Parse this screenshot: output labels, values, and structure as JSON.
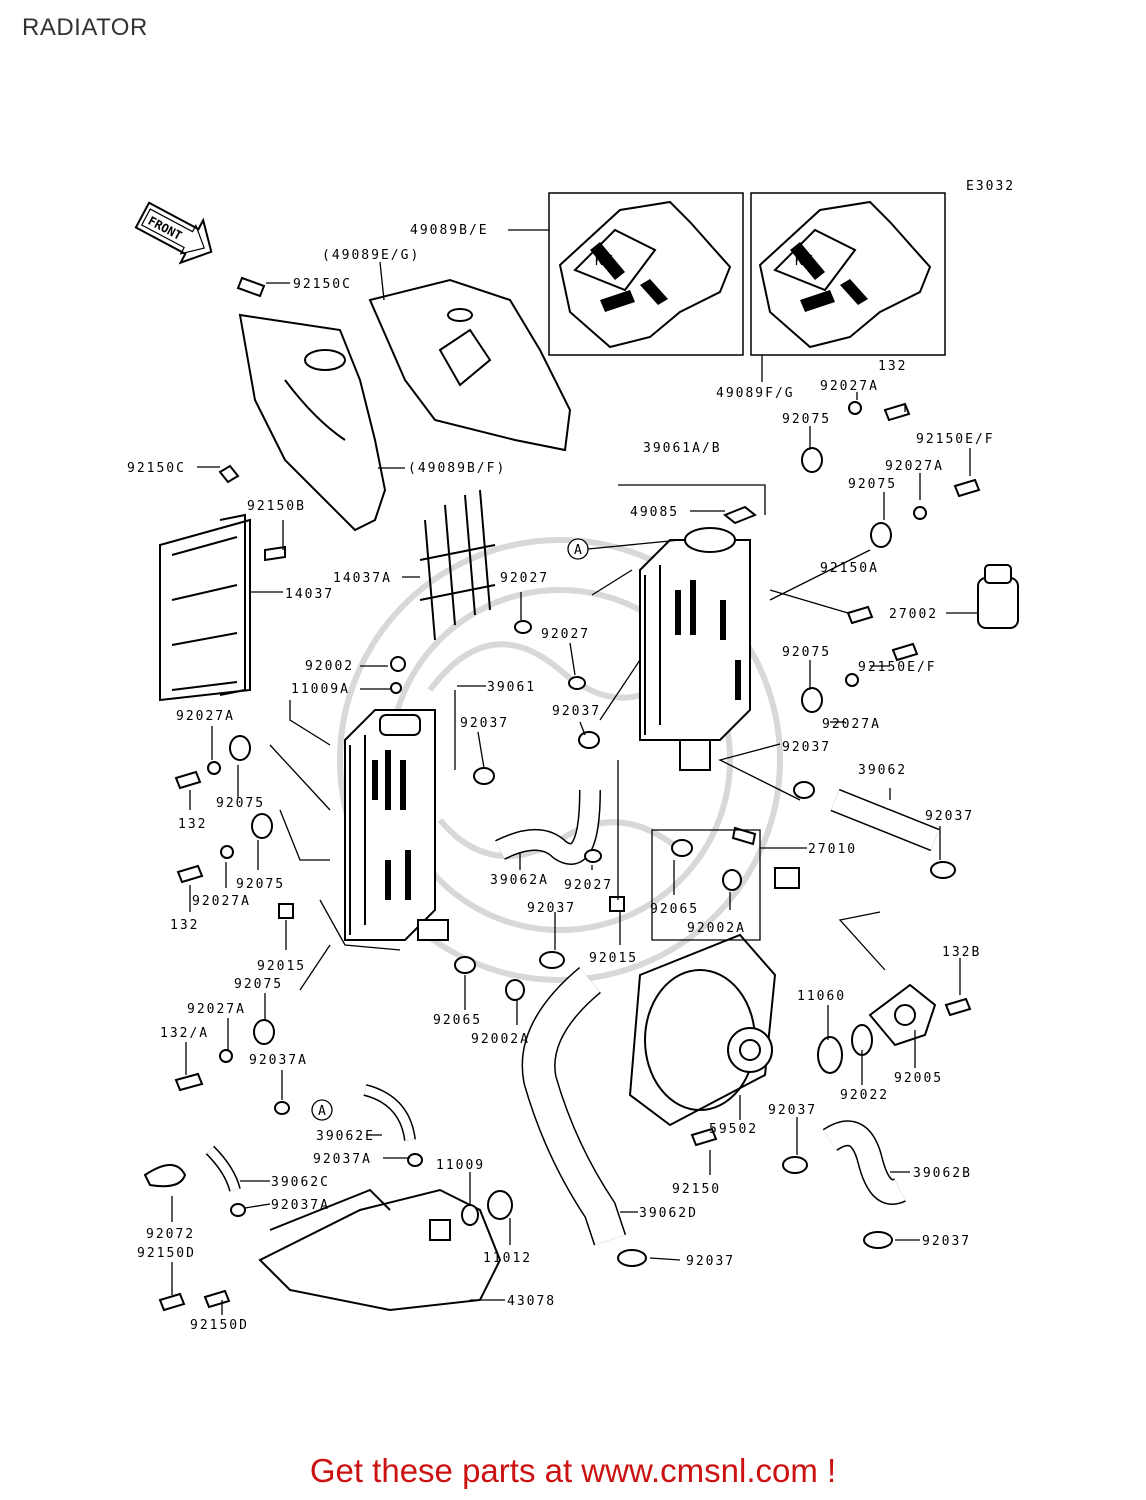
{
  "page": {
    "title": "RADIATOR",
    "diagram_code": "E3032",
    "footer": "Get these parts at www.cmsnl.com !"
  },
  "front_marker": "FRONT",
  "callouts": {
    "a1": "A",
    "a2": "A"
  },
  "labels": [
    {
      "key": "p49089be",
      "text": "49089B/E"
    },
    {
      "key": "p49089eg",
      "text": "(49089E/G)"
    },
    {
      "key": "p92150c_top",
      "text": "92150C"
    },
    {
      "key": "p92150c_mid",
      "text": "92150C"
    },
    {
      "key": "p49089bf",
      "text": "(49089B/F)"
    },
    {
      "key": "p92150b",
      "text": "92150B"
    },
    {
      "key": "p14037",
      "text": "14037"
    },
    {
      "key": "p14037a",
      "text": "14037A"
    },
    {
      "key": "p49089fg",
      "text": "49089F/G"
    },
    {
      "key": "p132_tr",
      "text": "132"
    },
    {
      "key": "p92027a_tr",
      "text": "92027A"
    },
    {
      "key": "p92075_tr",
      "text": "92075"
    },
    {
      "key": "p92150ef_tr",
      "text": "92150E/F"
    },
    {
      "key": "p39061ab",
      "text": "39061A/B"
    },
    {
      "key": "p92027a_tr2",
      "text": "92027A"
    },
    {
      "key": "p92075_tr2",
      "text": "92075"
    },
    {
      "key": "p49085",
      "text": "49085"
    },
    {
      "key": "p92150a",
      "text": "92150A"
    },
    {
      "key": "p27002",
      "text": "27002"
    },
    {
      "key": "p92027_a",
      "text": "92027"
    },
    {
      "key": "p92027_b",
      "text": "92027"
    },
    {
      "key": "p92002",
      "text": "92002"
    },
    {
      "key": "p11009a",
      "text": "11009A"
    },
    {
      "key": "p39061",
      "text": "39061"
    },
    {
      "key": "p92075_r",
      "text": "92075"
    },
    {
      "key": "p92150ef_r",
      "text": "92150E/F"
    },
    {
      "key": "p92027a_r",
      "text": "92027A"
    },
    {
      "key": "p92027a_l",
      "text": "92027A"
    },
    {
      "key": "p92037_a",
      "text": "92037"
    },
    {
      "key": "p92037_b",
      "text": "92037"
    },
    {
      "key": "p92037_c",
      "text": "92037"
    },
    {
      "key": "p39062",
      "text": "39062"
    },
    {
      "key": "p92075_l",
      "text": "92075"
    },
    {
      "key": "p132_l",
      "text": "132"
    },
    {
      "key": "p92037_d",
      "text": "92037"
    },
    {
      "key": "p27010",
      "text": "27010"
    },
    {
      "key": "p92075_l2",
      "text": "92075"
    },
    {
      "key": "p132_l2",
      "text": "132"
    },
    {
      "key": "p92027a_l2",
      "text": "92027A"
    },
    {
      "key": "p39062a",
      "text": "39062A"
    },
    {
      "key": "p92027_c",
      "text": "92027"
    },
    {
      "key": "p92065_a",
      "text": "92065"
    },
    {
      "key": "p92002a_a",
      "text": "92002A"
    },
    {
      "key": "p92037_e",
      "text": "92037"
    },
    {
      "key": "p92015_a",
      "text": "92015"
    },
    {
      "key": "p92015_b",
      "text": "92015"
    },
    {
      "key": "p92075_l3",
      "text": "92075"
    },
    {
      "key": "p92027a_l3",
      "text": "92027A"
    },
    {
      "key": "p132a",
      "text": "132/A"
    },
    {
      "key": "p92037a_a",
      "text": "92037A"
    },
    {
      "key": "p92065_b",
      "text": "92065"
    },
    {
      "key": "p92002a_b",
      "text": "92002A"
    },
    {
      "key": "p132b",
      "text": "132B"
    },
    {
      "key": "p11060",
      "text": "11060"
    },
    {
      "key": "p92022",
      "text": "92022"
    },
    {
      "key": "p92005",
      "text": "92005"
    },
    {
      "key": "p39062e",
      "text": "39062E"
    },
    {
      "key": "p92037a_b",
      "text": "92037A"
    },
    {
      "key": "p11009",
      "text": "11009"
    },
    {
      "key": "p92037_f",
      "text": "92037"
    },
    {
      "key": "p59502",
      "text": "59502"
    },
    {
      "key": "p39062c",
      "text": "39062C"
    },
    {
      "key": "p92037a_c",
      "text": "92037A"
    },
    {
      "key": "p92150",
      "text": "92150"
    },
    {
      "key": "p39062b",
      "text": "39062B"
    },
    {
      "key": "p92072",
      "text": "92072"
    },
    {
      "key": "p92150d_a",
      "text": "92150D"
    },
    {
      "key": "p11012",
      "text": "11012"
    },
    {
      "key": "p39062d",
      "text": "39062D"
    },
    {
      "key": "p92037_g",
      "text": "92037"
    },
    {
      "key": "p92037_h",
      "text": "92037"
    },
    {
      "key": "p43078",
      "text": "43078"
    },
    {
      "key": "p92150d_b",
      "text": "92150D"
    }
  ]
}
